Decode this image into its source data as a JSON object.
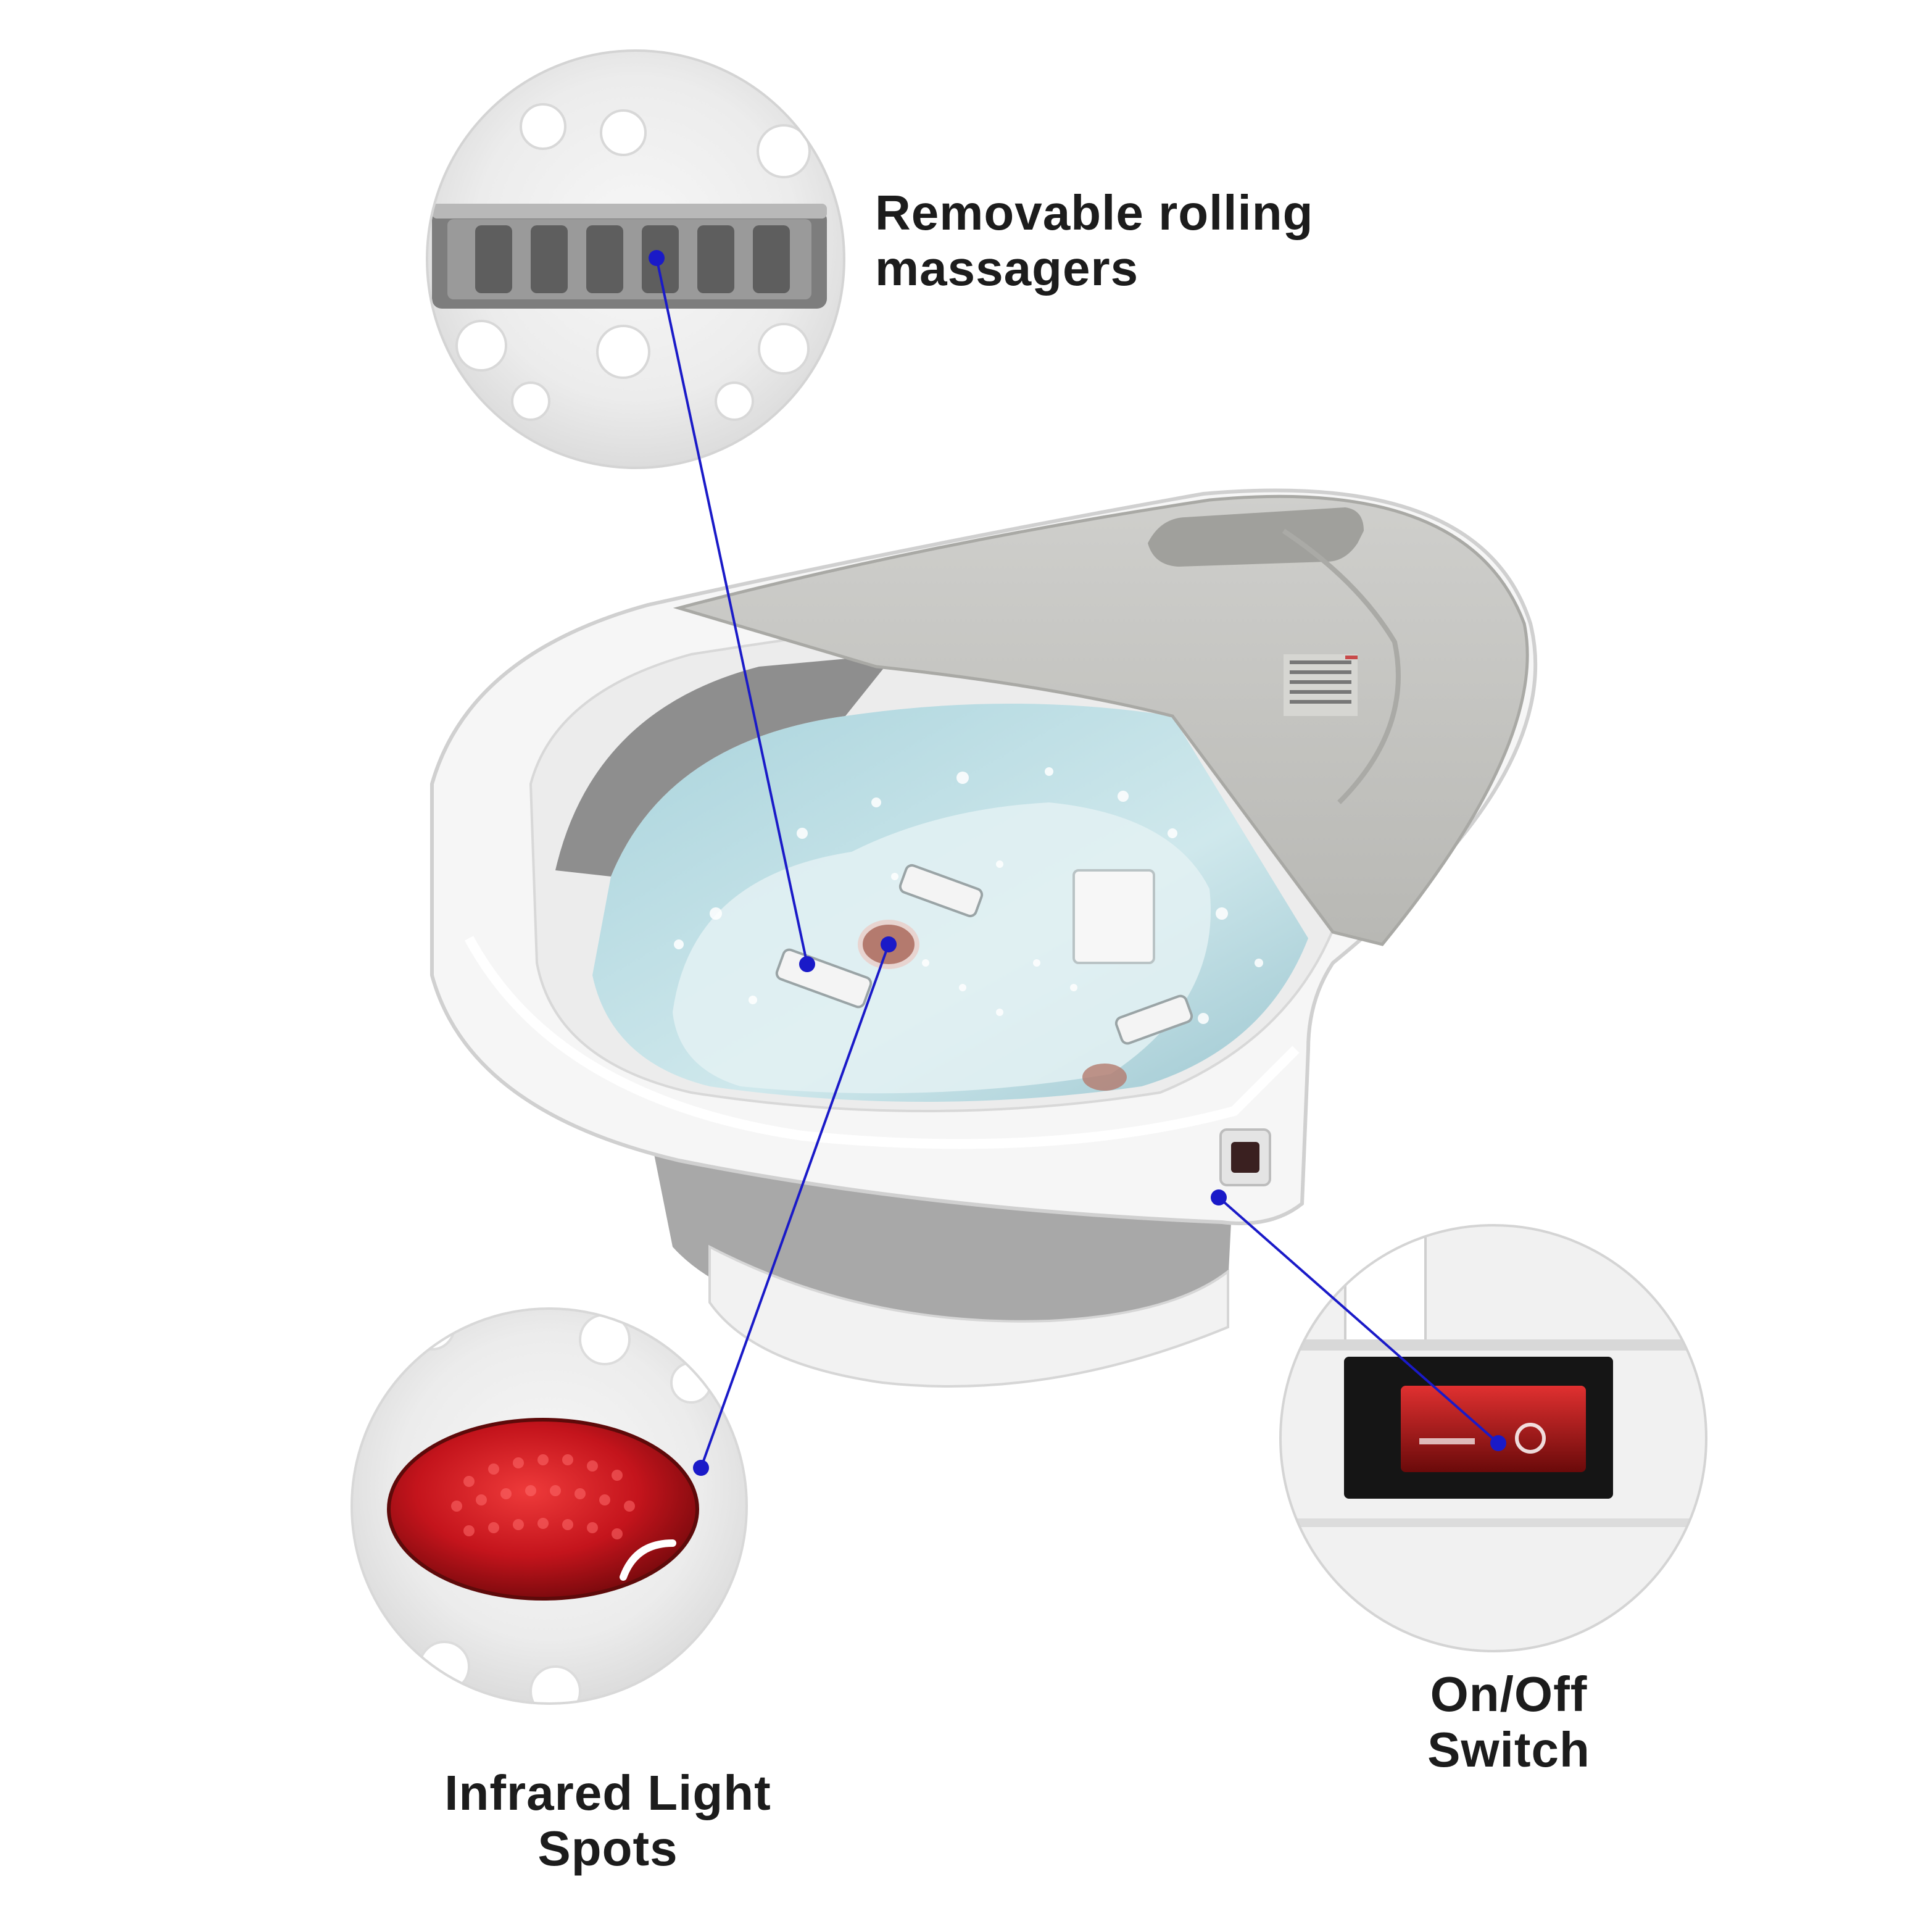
{
  "callouts": {
    "massagers": {
      "line1": "Removable rolling",
      "line2": "massagers"
    },
    "infrared": {
      "line1": "Infrared Light",
      "line2": "Spots"
    },
    "switch": {
      "line1": "On/Off",
      "line2": "Switch"
    }
  },
  "colors": {
    "leader_line": "#1a1ac8",
    "infrared_lens": "#c4141c",
    "switch_body": "#1a1a1a",
    "tub_body": "#f4f4f4",
    "tub_grey": "#9a9a9a",
    "water": "#bfe0e6"
  }
}
